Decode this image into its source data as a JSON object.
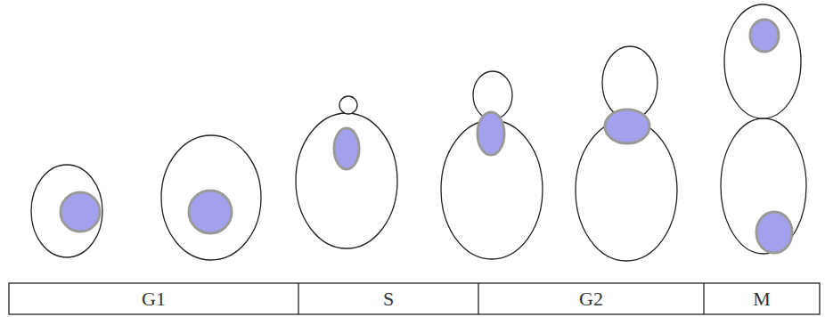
{
  "diagram": {
    "labels": [
      "G1",
      "S",
      "G2",
      "M"
    ]
  }
}
